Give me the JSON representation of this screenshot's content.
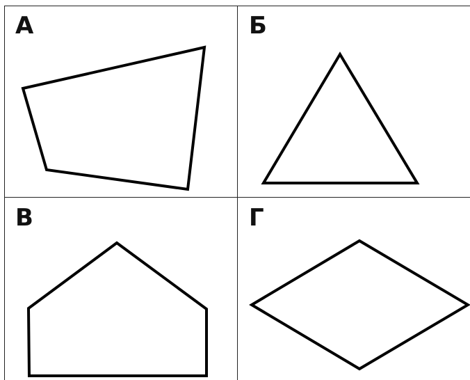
{
  "panels": [
    {
      "label": "А",
      "shape": "irregular-quadrilateral"
    },
    {
      "label": "Б",
      "shape": "triangle"
    },
    {
      "label": "В",
      "shape": "pentagon"
    },
    {
      "label": "Г",
      "shape": "rhombus"
    }
  ],
  "colors": {
    "stroke": "#000000",
    "grid": "#222222",
    "background": "#ffffff"
  }
}
